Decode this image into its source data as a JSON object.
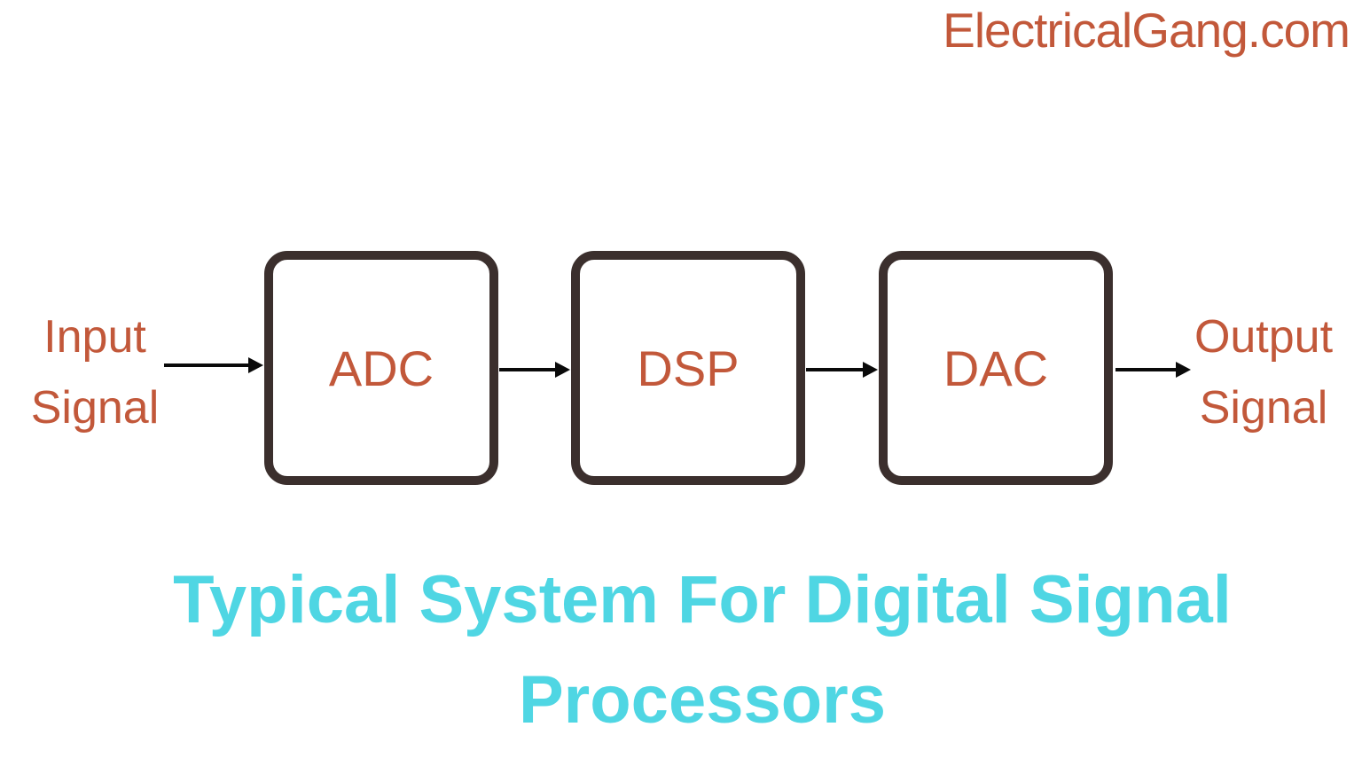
{
  "header": {
    "watermark": "ElectricalGang.com"
  },
  "diagram": {
    "input_label": {
      "line1": "Input",
      "line2": "Signal"
    },
    "output_label": {
      "line1": "Output",
      "line2": "Signal"
    },
    "blocks": [
      {
        "label": "ADC"
      },
      {
        "label": "DSP"
      },
      {
        "label": "DAC"
      }
    ],
    "connections": [
      "Input Signal -> ADC",
      "ADC -> DSP",
      "DSP -> DAC",
      "DAC -> Output Signal"
    ]
  },
  "caption": {
    "line1": "Typical System For Digital Signal",
    "line2": "Processors"
  },
  "colors": {
    "accent_orange": "#C2583A",
    "title_cyan": "#4FD6E3",
    "box_border": "#3B2F2D",
    "arrow_black": "#0A0A0A",
    "page_bg": "#FFFFFF"
  }
}
